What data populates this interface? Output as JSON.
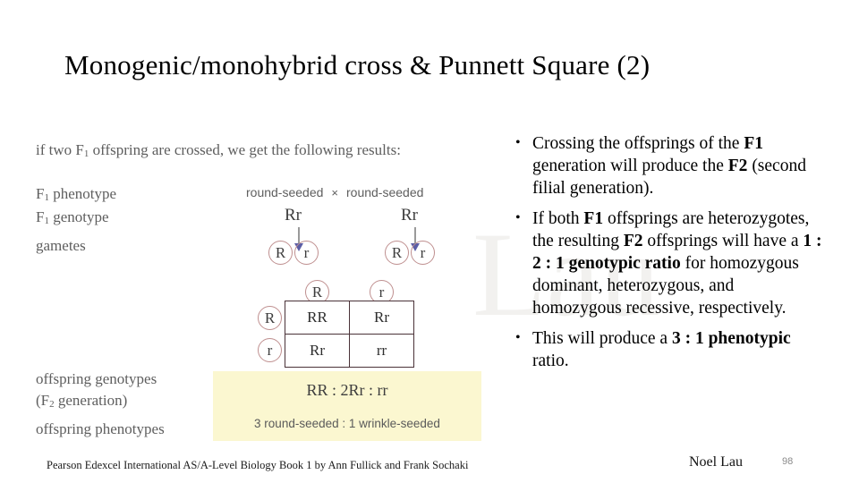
{
  "slide": {
    "title": "Monogenic/monohybrid cross & Punnett Square (2)",
    "watermark": "Lau",
    "page_number": "98",
    "author": "Noel Lau",
    "credit": "Pearson Edexcel International AS/A-Level Biology Book 1 by Ann Fullick and Frank Sochaki"
  },
  "figure": {
    "lead_text_a": "if two F",
    "lead_text_sub": "1",
    "lead_text_b": " offspring are crossed, we get the following results:",
    "labels": {
      "phenotype_pre": "F",
      "phenotype_sub": "1",
      "phenotype_post": " phenotype",
      "genotype_pre": "F",
      "genotype_sub": "1",
      "genotype_post": " genotype",
      "gametes": "gametes",
      "offspring_genotypes": "offspring genotypes",
      "offspring_generation_pre": "(F",
      "offspring_generation_sub": "2",
      "offspring_generation_post": " generation)",
      "offspring_phenotypes": "offspring phenotypes"
    },
    "parent_phenotype_left": "round-seeded",
    "cross_symbol": "×",
    "parent_phenotype_right": "round-seeded",
    "parent_genotype_left": "Rr",
    "parent_genotype_right": "Rr",
    "gametes_left": [
      "R",
      "r"
    ],
    "gametes_right": [
      "R",
      "r"
    ],
    "punnett": {
      "column_headers": [
        "R",
        "r"
      ],
      "row_headers": [
        "R",
        "r"
      ],
      "cells": [
        [
          "RR",
          "Rr"
        ],
        [
          "Rr",
          "rr"
        ]
      ]
    },
    "results": {
      "genotype_ratio": "RR  :  2Rr  :  rr",
      "phenotype_ratio": "3 round-seeded  :  1 wrinkle-seeded"
    },
    "colors": {
      "circle_stroke": "#bf8f8f",
      "table_border": "#7b3b4a",
      "arrow_head": "#5b5ea6",
      "highlight_band": "#fbf7d0"
    }
  },
  "bullets": [
    {
      "parts": [
        {
          "text": "Crossing the offsprings of  the ",
          "bold": false
        },
        {
          "text": "F1",
          "bold": true
        },
        {
          "text": " generation will produce the ",
          "bold": false
        },
        {
          "text": "F2",
          "bold": true
        },
        {
          "text": " (second filial generation).",
          "bold": false
        }
      ]
    },
    {
      "parts": [
        {
          "text": "If both  ",
          "bold": false
        },
        {
          "text": "F1",
          "bold": true
        },
        {
          "text": " offsprings are heterozygotes, the resulting ",
          "bold": false
        },
        {
          "text": "F2",
          "bold": true
        },
        {
          "text": " offsprings will have a ",
          "bold": false
        },
        {
          "text": "1 : 2 : 1 genotypic ratio",
          "bold": true
        },
        {
          "text": " for homozygous dominant, heterozygous, and homozygous recessive, respectively.",
          "bold": false
        }
      ]
    },
    {
      "parts": [
        {
          "text": "This will produce a ",
          "bold": false
        },
        {
          "text": "3 : 1 phenotypic",
          "bold": true
        },
        {
          "text": " ratio.",
          "bold": false
        }
      ]
    }
  ]
}
